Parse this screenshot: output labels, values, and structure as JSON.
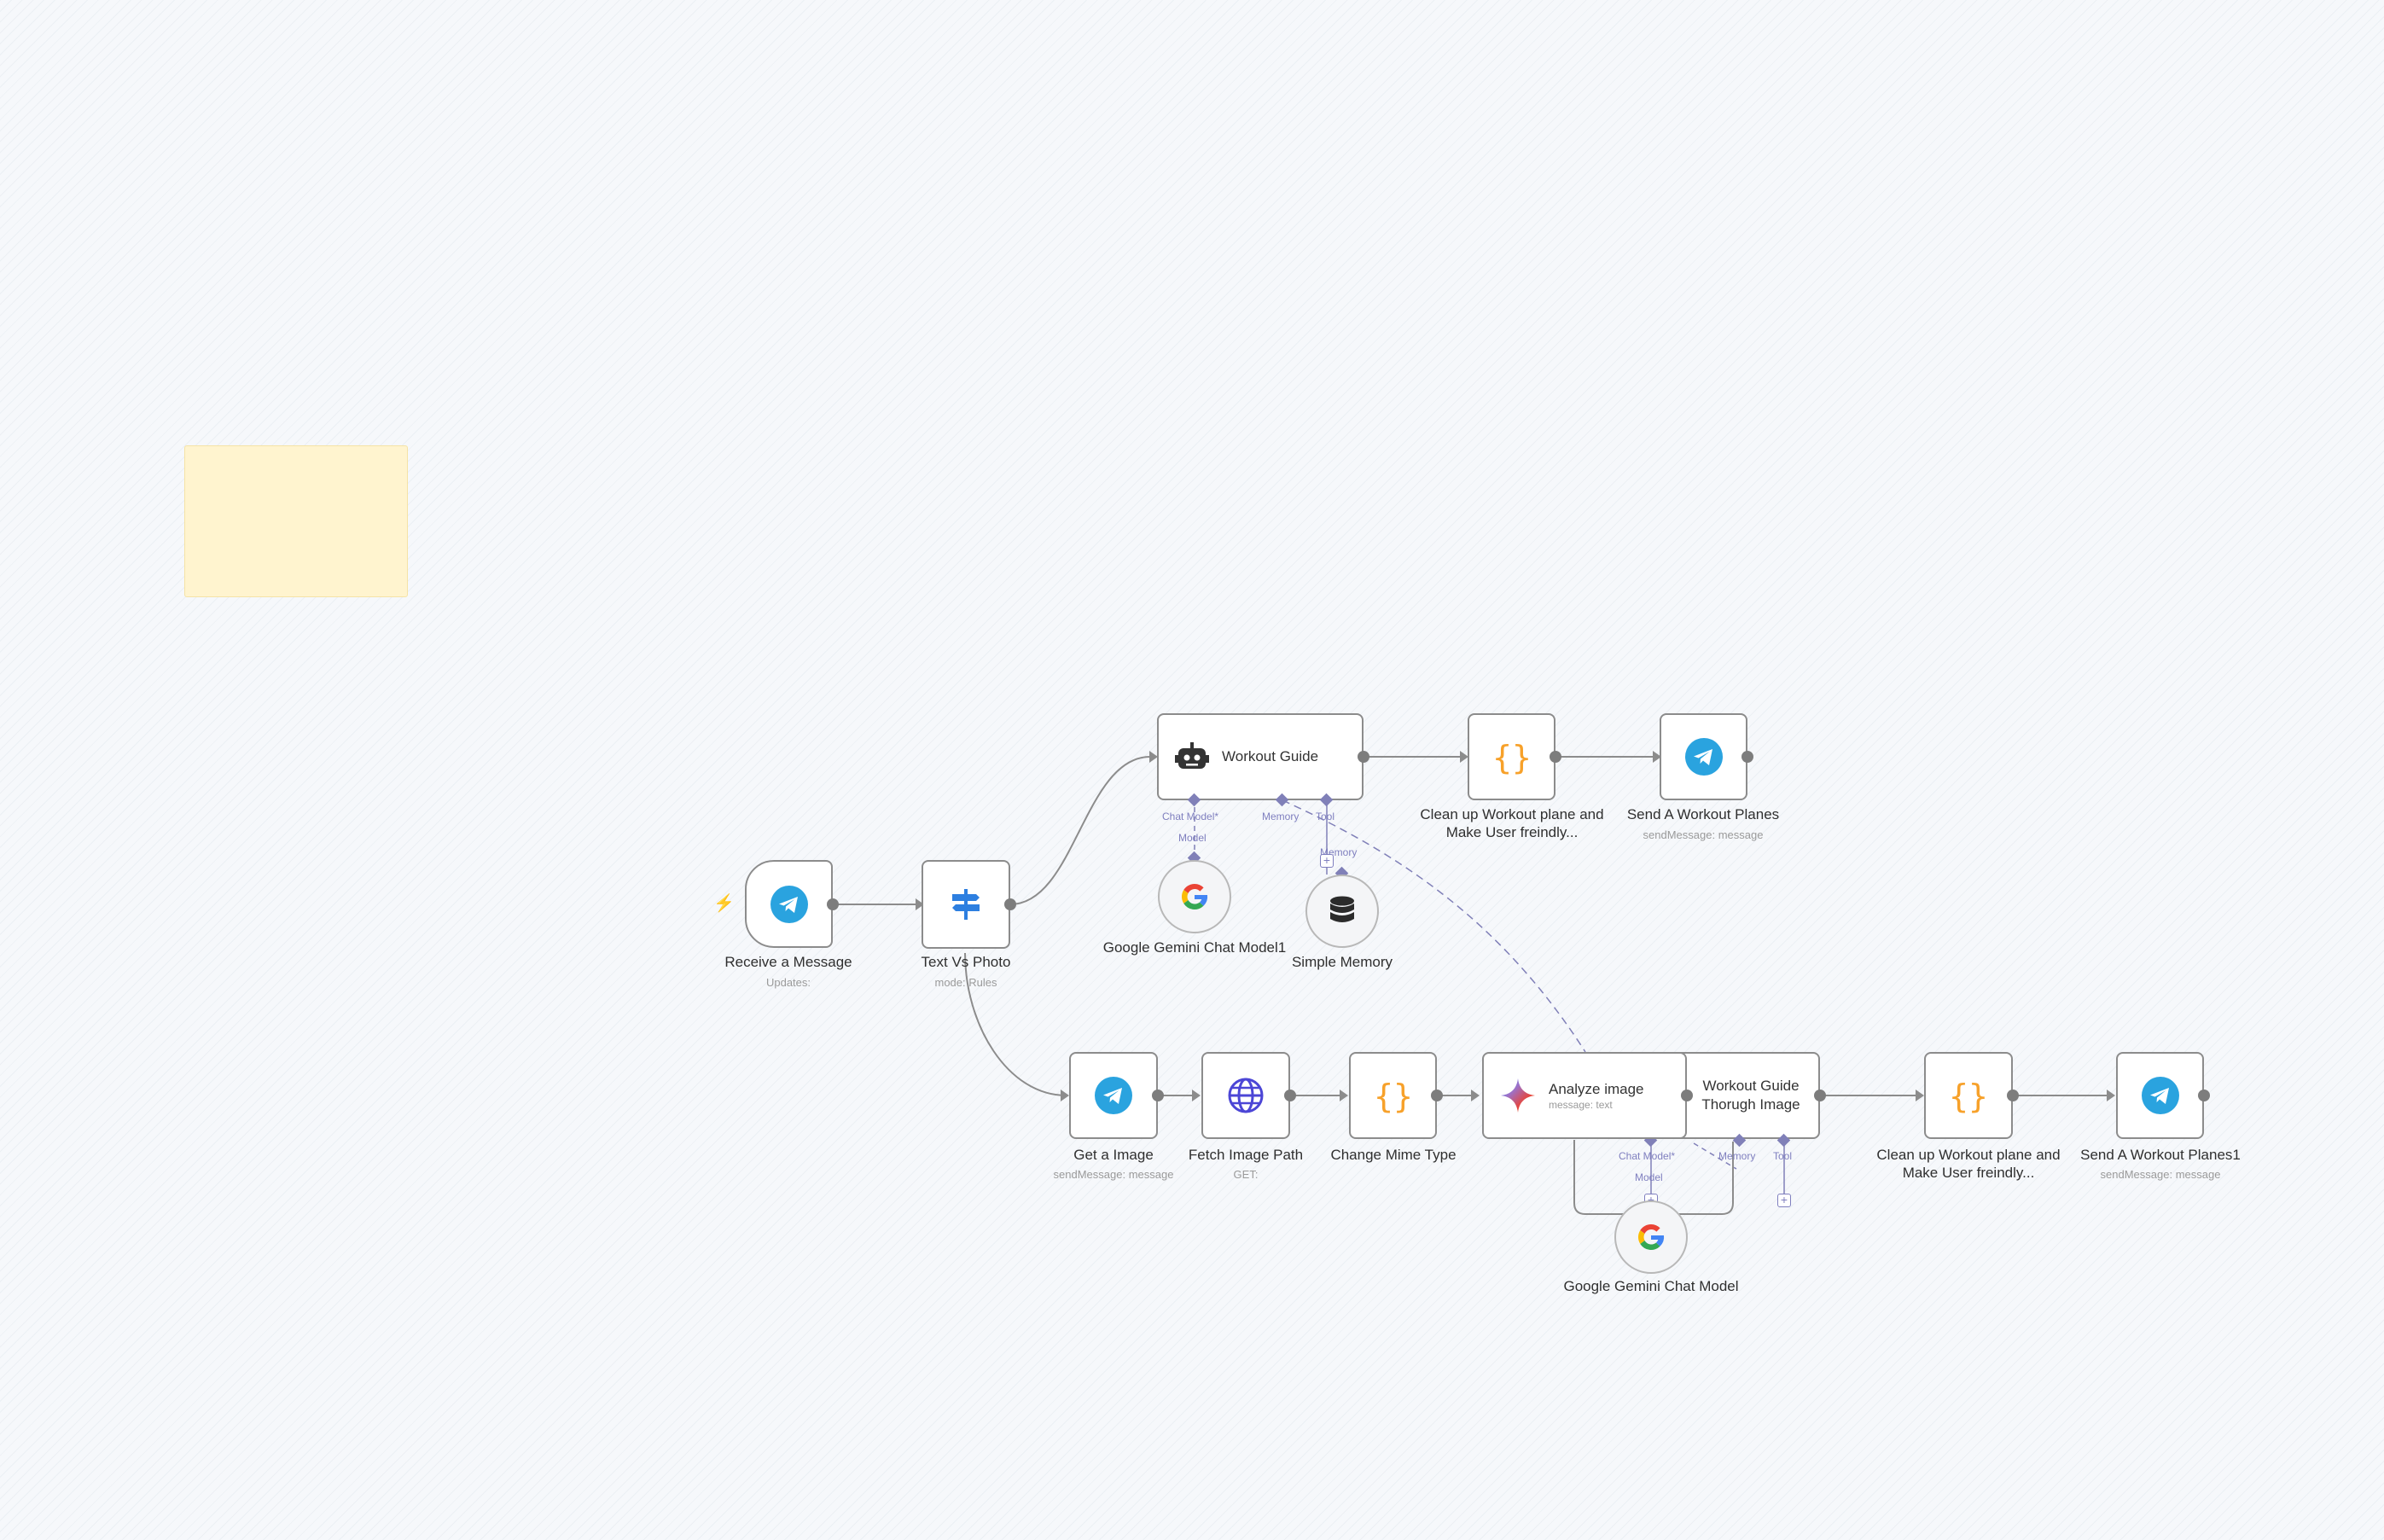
{
  "colors": {
    "telegram": "#2aa3df",
    "code_orange": "#f7a12a",
    "http_purple": "#4c46d6",
    "sticky": "#fff4cf",
    "ai_port": "#8080b8",
    "edge": "#8c8c8c"
  },
  "sticky_note": {
    "text": ""
  },
  "nodes": {
    "receive": {
      "title": "Receive a Message",
      "subtitle": "Updates:",
      "icon": "telegram-icon"
    },
    "switch": {
      "title": "Text Vs Photo",
      "subtitle": "mode: Rules",
      "icon": "switch-signpost-icon"
    },
    "agent1": {
      "title": "Workout Guide",
      "icon": "robot-icon"
    },
    "code1": {
      "title": "Clean up Workout plane and Make User freindly...",
      "icon": "curly-braces-icon"
    },
    "send1": {
      "title": "Send A Workout Planes",
      "subtitle": "sendMessage: message",
      "icon": "telegram-icon"
    },
    "gemini1": {
      "title": "Google Gemini Chat Model1",
      "icon": "google-g-icon"
    },
    "memory": {
      "title": "Simple Memory",
      "icon": "database-icon"
    },
    "getimage": {
      "title": "Get a Image",
      "subtitle": "sendMessage: message",
      "icon": "telegram-icon"
    },
    "fetch": {
      "title": "Fetch Image Path",
      "subtitle": "GET:",
      "icon": "globe-icon"
    },
    "mime": {
      "title": "Change Mime Type",
      "icon": "curly-braces-icon"
    },
    "analyze": {
      "title": "Analyze image",
      "subtitle": "message: text",
      "icon": "gemini-star-icon"
    },
    "agent2": {
      "title": "Workout Guide Thorugh Image",
      "icon": "robot-icon"
    },
    "code2": {
      "title": "Clean up Workout plane and Make User freindly...",
      "icon": "curly-braces-icon"
    },
    "send2": {
      "title": "Send A Workout Planes1",
      "subtitle": "sendMessage: message",
      "icon": "telegram-icon"
    },
    "gemini2": {
      "title": "Google Gemini Chat Model",
      "icon": "google-g-icon"
    }
  },
  "ports": {
    "agent1_chat_model": "Chat Model*",
    "agent1_memory": "Memory",
    "agent1_tool": "Tool",
    "gemini1_model": "Model",
    "memory_memory": "Memory",
    "agent2_chat_model": "Chat Model*",
    "agent2_memory": "Memory",
    "agent2_tool": "Tool",
    "gemini2_model": "Model"
  },
  "symbols": {
    "plus": "+",
    "bolt": "⚡"
  }
}
